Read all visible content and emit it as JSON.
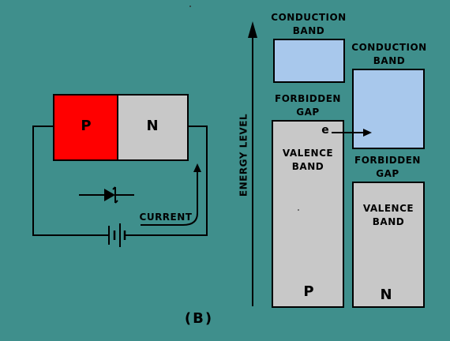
{
  "colors": {
    "background": "#3f8f8c",
    "p_region": "#ff0000",
    "n_region": "#c8c8c8",
    "conduction_band": "#a8c8ec",
    "valence_band": "#c8c8c8",
    "line": "#000000"
  },
  "diode": {
    "p_label": "P",
    "n_label": "N",
    "current_label": "CURRENT",
    "figure_label": "(B)"
  },
  "energy_diagram": {
    "axis_label": "ENERGY LEVEL",
    "p_side": {
      "conduction": "CONDUCTION\nBAND",
      "forbidden": "FORBIDDEN\nGAP",
      "valence": "VALENCE\nBAND",
      "electron": "e",
      "type": "P"
    },
    "n_side": {
      "conduction": "CONDUCTION\nBAND",
      "forbidden": "FORBIDDEN\nGAP",
      "valence": "VALENCE\nBAND",
      "type": "N"
    }
  }
}
